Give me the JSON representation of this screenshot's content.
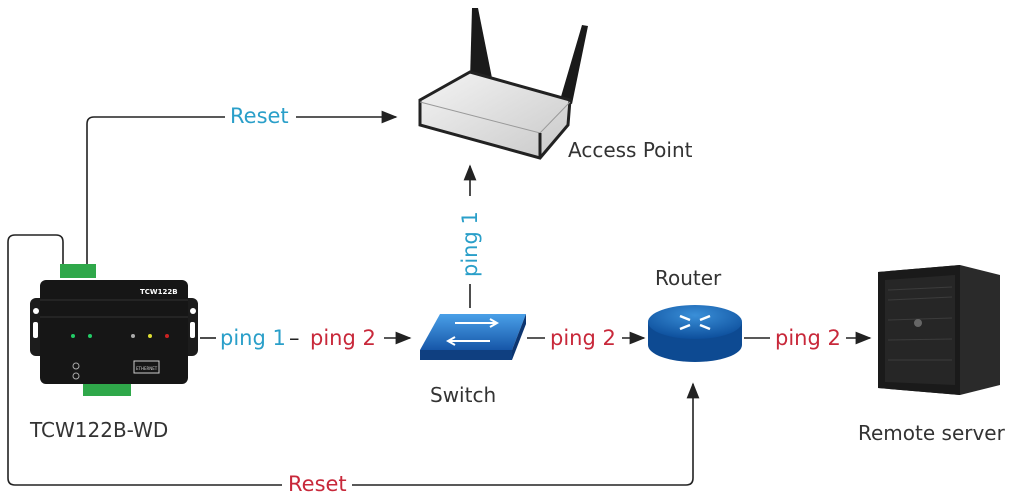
{
  "colors": {
    "ping1": "#2a9fc9",
    "ping2": "#c8283a",
    "reset_ap": "#2a9fc9",
    "reset_router": "#c8283a"
  },
  "nodes": {
    "device": {
      "label": "TCW122B-WD",
      "model_text": "TCW122B",
      "port_label": "ETHERNET"
    },
    "access_point": {
      "label": "Access Point"
    },
    "switch": {
      "label": "Switch"
    },
    "router": {
      "label": "Router"
    },
    "server": {
      "label": "Remote server"
    }
  },
  "edges": {
    "reset_ap": "Reset",
    "reset_router": "Reset",
    "device_ping1": "ping 1",
    "device_dash": "–",
    "device_ping2": "ping 2",
    "switch_ap_ping1": "ping 1",
    "switch_router_ping2": "ping 2",
    "router_server_ping2": "ping 2"
  }
}
